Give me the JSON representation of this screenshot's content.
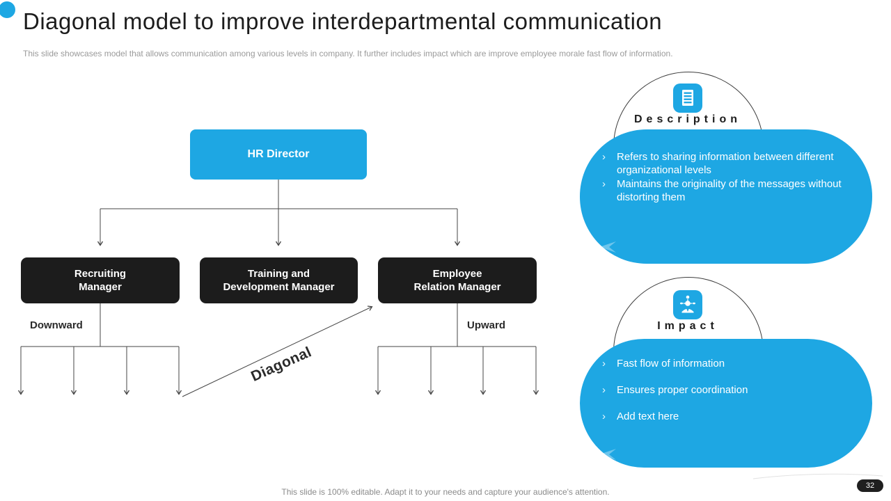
{
  "slide": {
    "title": "Diagonal model to improve interdepartmental communication",
    "subtitle": "This slide showcases model that allows communication among various levels in company. It further includes impact which are improve employee morale fast flow of information.",
    "footer": "This slide is 100% editable. Adapt it to your needs and capture your audience's attention.",
    "page_number": "32"
  },
  "bullet_char": "›",
  "org_chart": {
    "root": {
      "label": "HR Director"
    },
    "children": [
      {
        "lines": [
          "Recruiting",
          "Manager"
        ]
      },
      {
        "lines": [
          "Training and",
          "Development Manager"
        ]
      },
      {
        "lines": [
          "Employee",
          "Relation Manager"
        ]
      }
    ],
    "flow_labels": {
      "downward": "Downward",
      "upward": "Upward",
      "diagonal": "Diagonal"
    }
  },
  "panels": [
    {
      "title": "Description",
      "icon": "document-icon",
      "bullets": [
        "Refers to sharing information between different organizational levels",
        "Maintains the originality of the messages without distorting them"
      ]
    },
    {
      "title": "Impact",
      "icon": "people-network-icon",
      "bullets": [
        "Fast flow of information",
        "Ensures proper coordination",
        "Add text here"
      ]
    }
  ],
  "colors": {
    "accent_blue": "#1ea7e3",
    "box_black": "#1c1c1c",
    "connector_gray": "#454545"
  }
}
